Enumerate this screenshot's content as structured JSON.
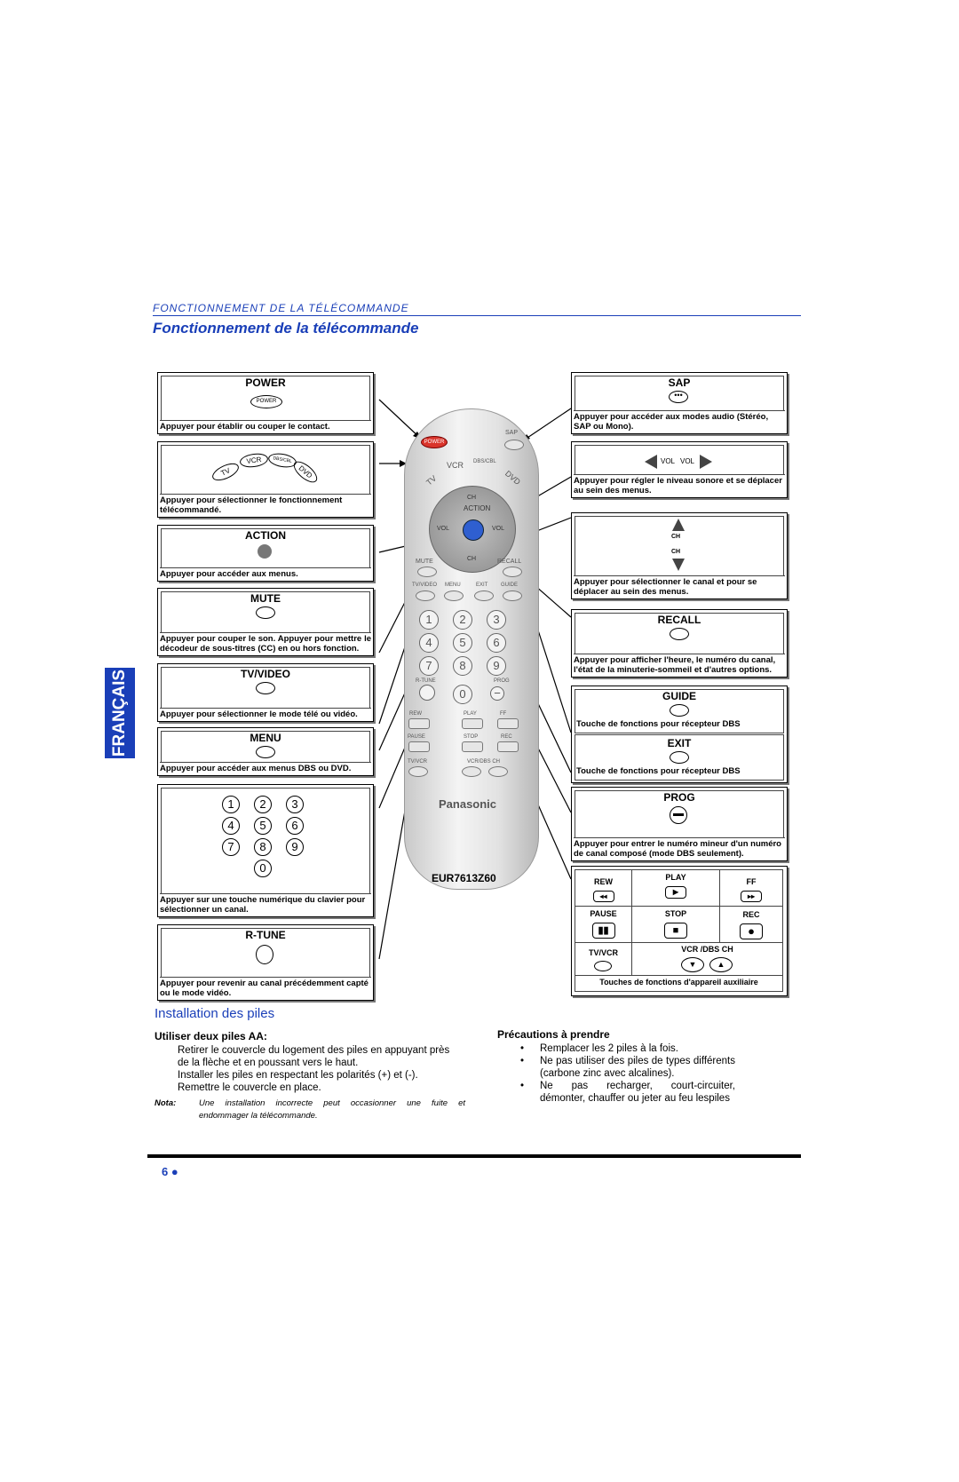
{
  "header": {
    "section_small": "Fonctionnement de la télécommande",
    "title": "Fonctionnement de la télécommande"
  },
  "side_tab": "FRANÇAIS",
  "left_boxes": {
    "power": {
      "title": "POWER",
      "icon_text": "POWER",
      "desc": "Appuyer pour établir ou couper le contact."
    },
    "modes": {
      "tv": "TV",
      "vcr": "VCR",
      "dbs": "DBS/CBL",
      "dvd": "DVD",
      "desc": "Appuyer pour sélectionner le fonctionnement télécommandé."
    },
    "action": {
      "title": "ACTION",
      "desc": "Appuyer pour accéder aux menus."
    },
    "mute": {
      "title": "MUTE",
      "desc": "Appuyer pour couper le son. Appuyer pour mettre le décodeur de sous-titres (CC) en ou hors fonction."
    },
    "tvvideo": {
      "title": "TV/VIDEO",
      "desc": "Appuyer pour sélectionner le mode télé ou vidéo."
    },
    "menu": {
      "title": "MENU",
      "desc": "Appuyer pour accéder aux menus DBS ou DVD."
    },
    "numeric": {
      "digits": [
        "1",
        "2",
        "3",
        "4",
        "5",
        "6",
        "7",
        "8",
        "9",
        "0"
      ],
      "desc": "Appuyer sur une touche numérique du clavier pour sélectionner un canal."
    },
    "rtune": {
      "title": "R-TUNE",
      "desc": "Appuyer pour revenir au canal précédemment capté ou le mode vidéo."
    }
  },
  "right_boxes": {
    "sap": {
      "title": "SAP",
      "desc": "Appuyer pour accéder aux modes audio (Stéréo, SAP ou Mono)."
    },
    "vol": {
      "label_left": "VOL",
      "label_right": "VOL",
      "desc": "Appuyer pour régler le niveau sonore et se déplacer au sein des menus."
    },
    "ch": {
      "label_up": "CH",
      "label_down": "CH",
      "desc": "Appuyer pour sélectionner le canal et pour se déplacer au sein des menus."
    },
    "recall": {
      "title": "RECALL",
      "desc": "Appuyer pour afficher l'heure, le numéro du canal, l'état de la minuterie-sommeil et d'autres options."
    },
    "guide": {
      "title": "GUIDE",
      "desc": "Touche de fonctions pour récepteur DBS"
    },
    "exit": {
      "title": "EXIT",
      "desc": "Touche de fonctions pour récepteur DBS"
    },
    "prog": {
      "title": "PROG",
      "desc": "Appuyer pour entrer le numéro mineur d'un numéro de canal composé (mode DBS seulement)."
    },
    "aux": {
      "rew": "REW",
      "play": "PLAY",
      "ff": "FF",
      "pause": "PAUSE",
      "stop": "STOP",
      "rec": "REC",
      "tvvcr": "TV/VCR",
      "vcrdbs": "VCR /DBS CH",
      "desc": "Touches de fonctions d'appareil auxiliaire"
    }
  },
  "remote": {
    "model": "EUR7613Z60",
    "brand": "Panasonic",
    "labels": {
      "power": "POWER",
      "sap": "SAP",
      "tv": "TV",
      "vcr": "VCR",
      "dbs": "DBS/CBL",
      "dvd": "DVD",
      "ch_top": "CH",
      "action": "ACTION",
      "vol_l": "VOL",
      "vol_r": "VOL",
      "ch_bot": "CH",
      "mute": "MUTE",
      "recall": "RECALL",
      "tvvideo": "TV/VIDEO",
      "menu": "MENU",
      "exit": "EXIT",
      "guide": "GUIDE",
      "rtune": "R-TUNE",
      "prog": "PROG",
      "rew": "REW",
      "play": "PLAY",
      "ff": "FF",
      "pause": "PAUSE",
      "stop": "STOP",
      "rec": "REC",
      "tvvcr": "TV/VCR",
      "vcrdbs": "VCR/DBS CH"
    }
  },
  "installation": {
    "title": "Installation des piles",
    "sub": "Utiliser deux piles AA:",
    "lines": [
      "Retirer le couvercle du logement des piles en appuyant près",
      "de la flèche et en poussant vers le haut.",
      "Installer les piles en respectant les polarités (+) et (-).",
      "Remettre le couvercle en place."
    ],
    "nota_label": "Nota:",
    "nota_lines": [
      "Une installation incorrecte peut occasionner une fuite et",
      "endommager la télécommande."
    ]
  },
  "precautions": {
    "title": "Précautions à prendre",
    "items": [
      "Remplacer les 2 piles à la fois.",
      "Ne pas utiliser des piles de types différents (carbone zinc avec alcalines).",
      "Ne pas recharger, court-circuiter, démonter, chauffer ou jeter au feu lespiles"
    ]
  },
  "footer": {
    "page": "6"
  },
  "colors": {
    "accent": "#1a3fb8",
    "power_red": "#d9342b",
    "action_blue": "#2f5fd0"
  }
}
